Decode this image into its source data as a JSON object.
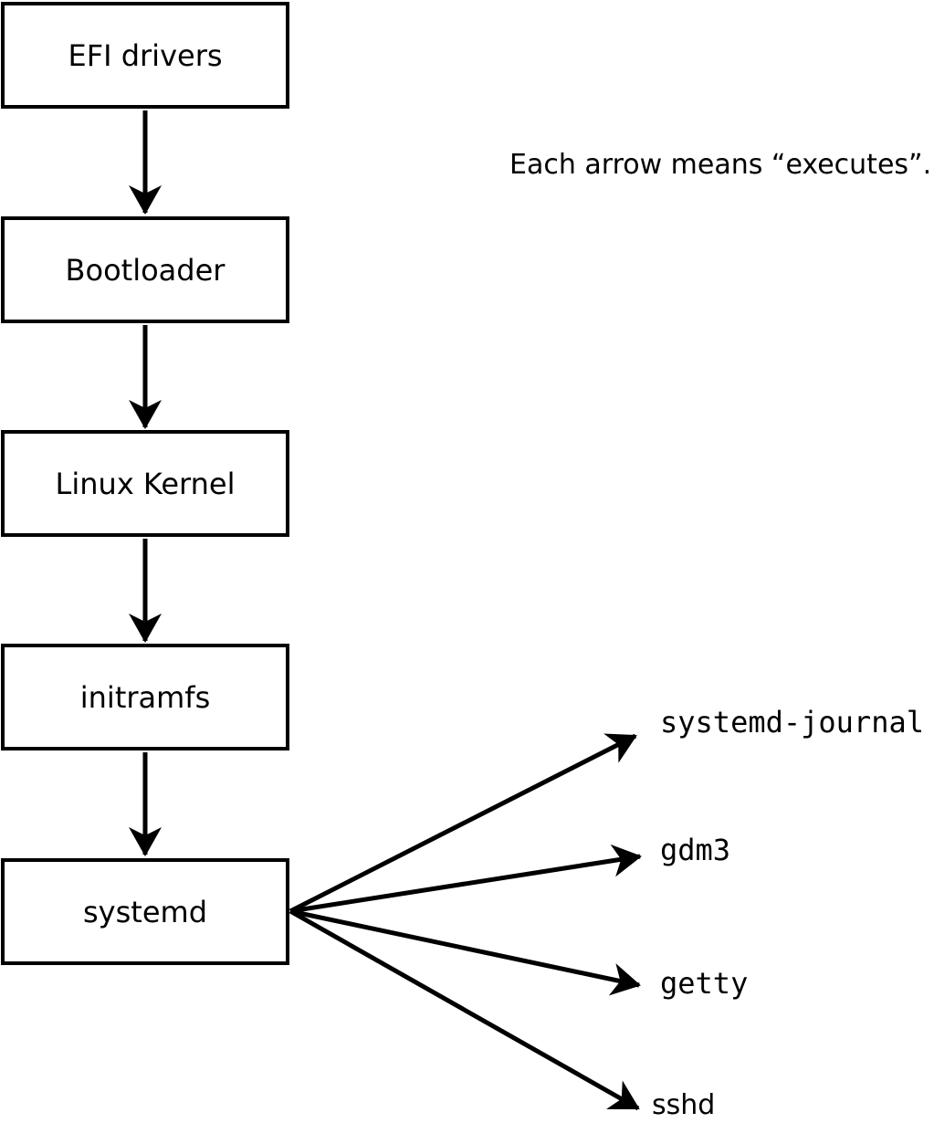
{
  "diagram": {
    "caption": "Each arrow means “executes”.",
    "boot_chain": [
      {
        "label": "EFI drivers"
      },
      {
        "label": "Bootloader"
      },
      {
        "label": "Linux Kernel"
      },
      {
        "label": "initramfs"
      },
      {
        "label": "systemd"
      }
    ],
    "systemd_children": [
      {
        "label": "systemd-journal"
      },
      {
        "label": "gdm3"
      },
      {
        "label": "getty"
      },
      {
        "label": "sshd"
      }
    ],
    "colors": {
      "ink": "#000000",
      "paper": "#ffffff"
    }
  }
}
